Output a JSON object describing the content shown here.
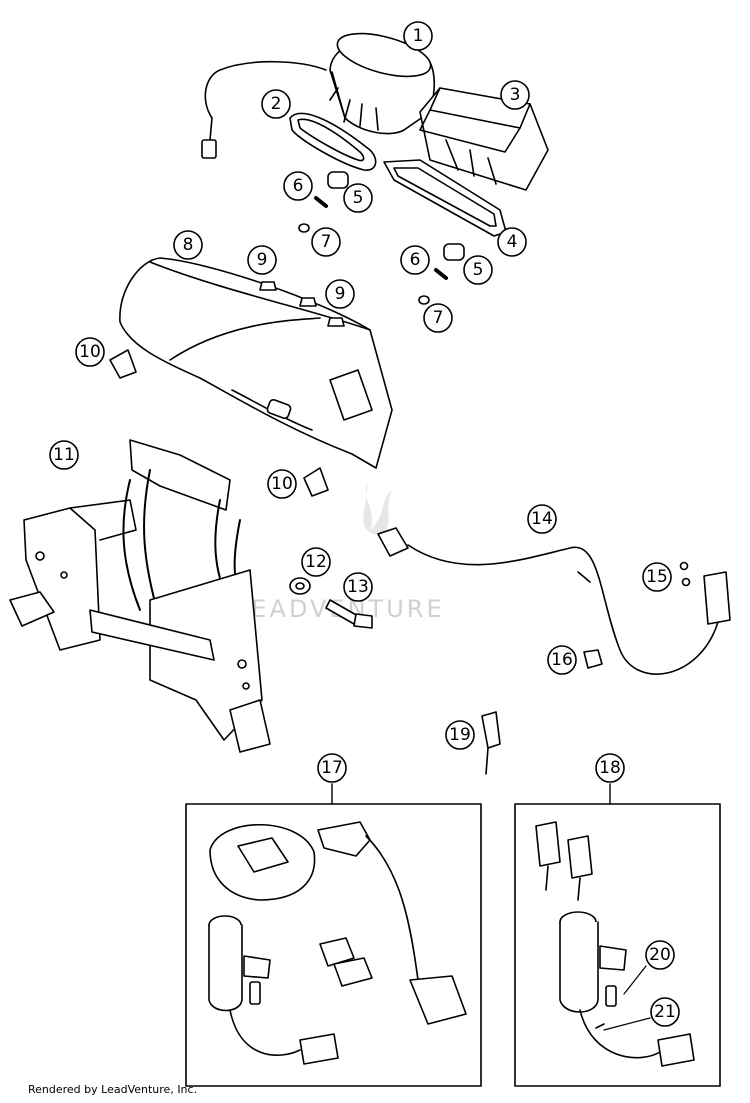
{
  "footer": {
    "text": "Rendered by LeadVenture, Inc."
  },
  "watermark": {
    "text": "LEADVENTURE"
  },
  "callouts": [
    "1",
    "2",
    "3",
    "4",
    "5",
    "5",
    "6",
    "6",
    "7",
    "7",
    "8",
    "9",
    "9",
    "10",
    "10",
    "11",
    "12",
    "13",
    "14",
    "15",
    "16",
    "17",
    "18",
    "19",
    "20",
    "21"
  ]
}
